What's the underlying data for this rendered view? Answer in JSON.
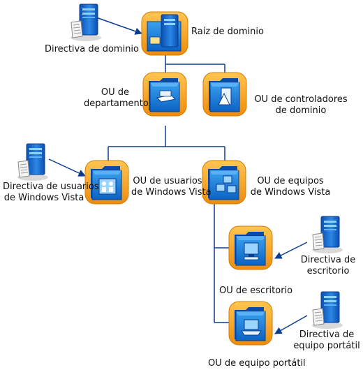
{
  "colors": {
    "connector": "#0a3d8f",
    "folder_ring": "#f5a21b",
    "folder_fill": "#1f7fd4",
    "server_body": "#1060c8"
  },
  "nodes": {
    "domain_root": {
      "label": "Raíz de dominio",
      "icon": "server-in-folder-icon"
    },
    "domain_policy": {
      "label": "Directiva de dominio",
      "icon": "server-policy-icon"
    },
    "department_ou": {
      "label_line1": "OU de",
      "label_line2": "departamento",
      "icon": "folder-printer-icon"
    },
    "dc_ou": {
      "label_line1": "OU de controladores",
      "label_line2": "de dominio",
      "icon": "folder-dc-icon"
    },
    "vista_users_policy": {
      "label_line1": "Directiva de usuarios",
      "label_line2": "de Windows Vista",
      "icon": "server-policy-icon"
    },
    "vista_users_ou": {
      "label_line1": "OU de usuarios",
      "label_line2": "de Windows Vista",
      "icon": "folder-users-icon"
    },
    "vista_computers_ou": {
      "label_line1": "OU de equipos",
      "label_line2": "de Windows Vista",
      "icon": "folder-computers-icon"
    },
    "desktop_ou": {
      "label": "OU de escritorio",
      "icon": "folder-desktop-icon"
    },
    "desktop_policy": {
      "label_line1": "Directiva de",
      "label_line2": "escritorio",
      "icon": "server-policy-icon"
    },
    "laptop_ou": {
      "label": "OU de equipo portátil",
      "icon": "folder-laptop-icon"
    },
    "laptop_policy": {
      "label_line1": "Directiva de",
      "label_line2": "equipo portátil",
      "icon": "server-policy-icon"
    }
  }
}
